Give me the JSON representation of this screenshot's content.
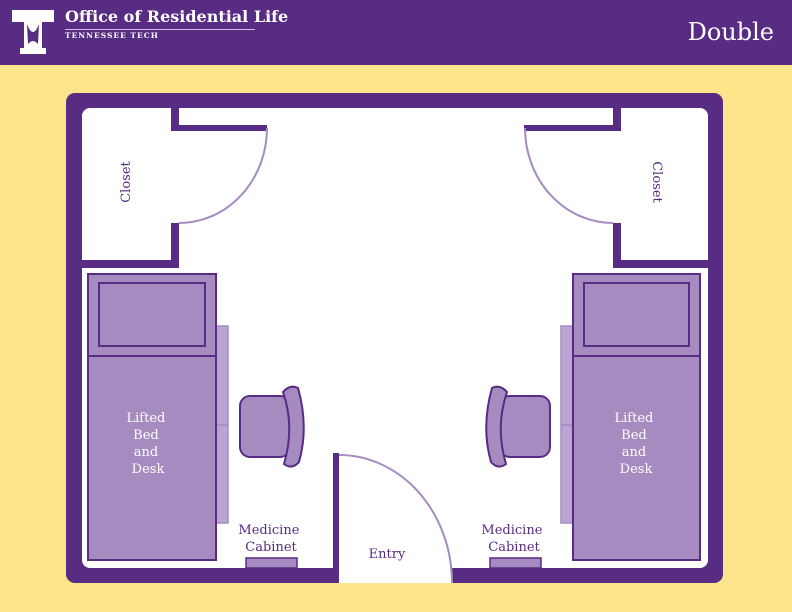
{
  "header": {
    "org_name": "Office of Residential Life",
    "university": "TENNESSEE TECH",
    "room_type": "Double"
  },
  "plan": {
    "closet_left": "Closet",
    "closet_right": "Closet",
    "bed_left": [
      "Lifted",
      "Bed",
      "and",
      "Desk"
    ],
    "bed_right": [
      "Lifted",
      "Bed",
      "and",
      "Desk"
    ],
    "medicine_left": [
      "Medicine",
      "Cabinet"
    ],
    "medicine_right": [
      "Medicine",
      "Cabinet"
    ],
    "entry": "Entry"
  },
  "colors": {
    "purple": "#582C83",
    "yellow": "#FEE58B",
    "furniture": "#A58BBF",
    "door_arc": "#A58BBF"
  }
}
